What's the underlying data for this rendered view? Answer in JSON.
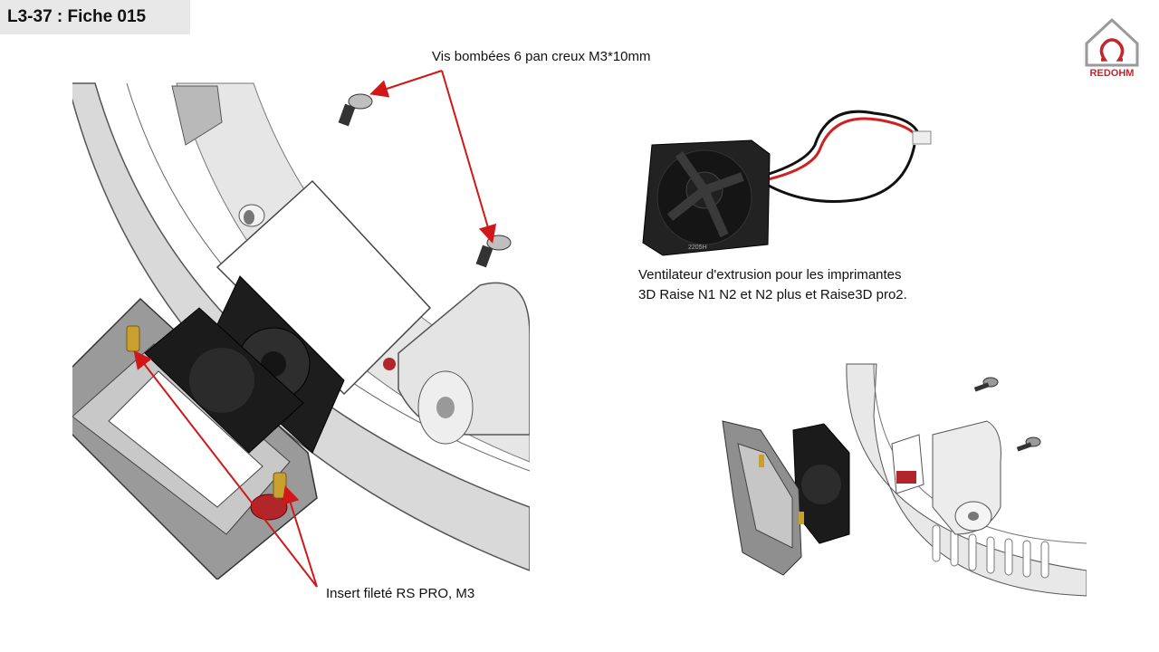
{
  "title": "L3-37 : Fiche 015",
  "logo": {
    "text": "REDOHM",
    "icon": "house-omega-icon",
    "color": "#c0282d"
  },
  "labels": {
    "screws": "Vis bombées 6 pan creux M3*10mm",
    "insert": "Insert fileté RS PRO, M3",
    "fan_line1": "Ventilateur d'extrusion pour les imprimantes",
    "fan_line2": "3D Raise N1  N2 et N2 plus et Raise3D pro2."
  },
  "fan_photo": {
    "model_text": "2205H"
  },
  "colors": {
    "arrow": "#d01818",
    "insert": "#c8a030",
    "fan": "#1c1c1c",
    "ring": "#d8d8d8"
  }
}
